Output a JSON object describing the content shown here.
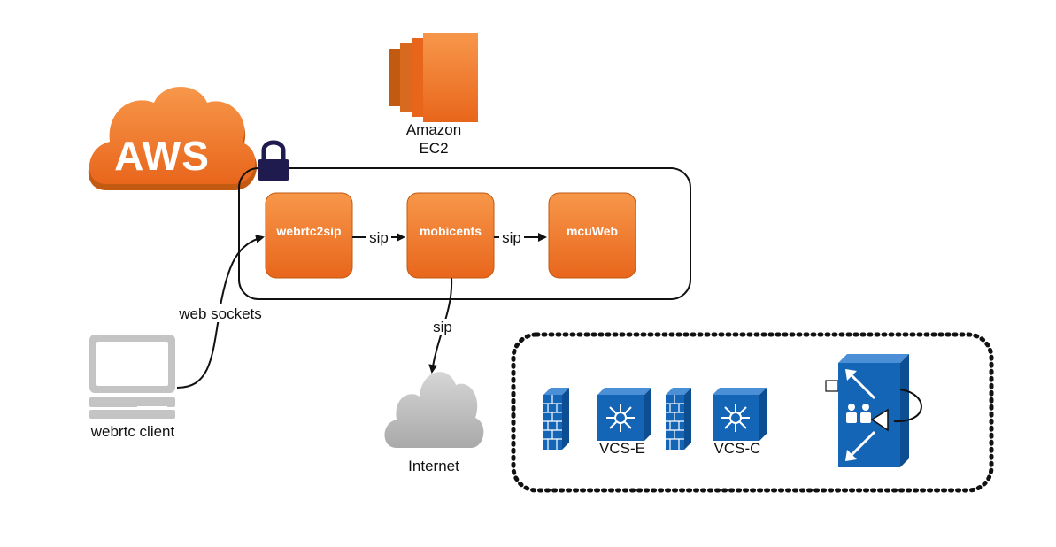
{
  "aws_logo": {
    "text": "AWS",
    "icon": "aws-cloud-icon",
    "color": "#f58536"
  },
  "ec2": {
    "line1": "Amazon",
    "line2": "EC2",
    "icon": "ec2-icon"
  },
  "nodes": {
    "webrtc2sip": "webrtc2sip",
    "mobicents": "mobicents",
    "mcuweb": "mcuWeb"
  },
  "edges": {
    "sip1": "sip",
    "sip2": "sip",
    "sip3": "sip",
    "web_sockets": "web sockets"
  },
  "client": {
    "label": "webrtc client",
    "icon": "laptop-icon"
  },
  "internet": {
    "label": "Internet",
    "icon": "cloud-icon"
  },
  "network": {
    "vcs_e": "VCS-E",
    "vcs_c": "VCS-C",
    "icons": [
      "firewall-icon",
      "router-icon",
      "firewall-icon",
      "router-icon",
      "mcu-switch-icon"
    ]
  },
  "colors": {
    "orange_light": "#f7974a",
    "orange_dark": "#e8661c",
    "cisco_blue": "#1565b6",
    "lock": "#1f1b4f",
    "grey": "#bdbdbd"
  }
}
